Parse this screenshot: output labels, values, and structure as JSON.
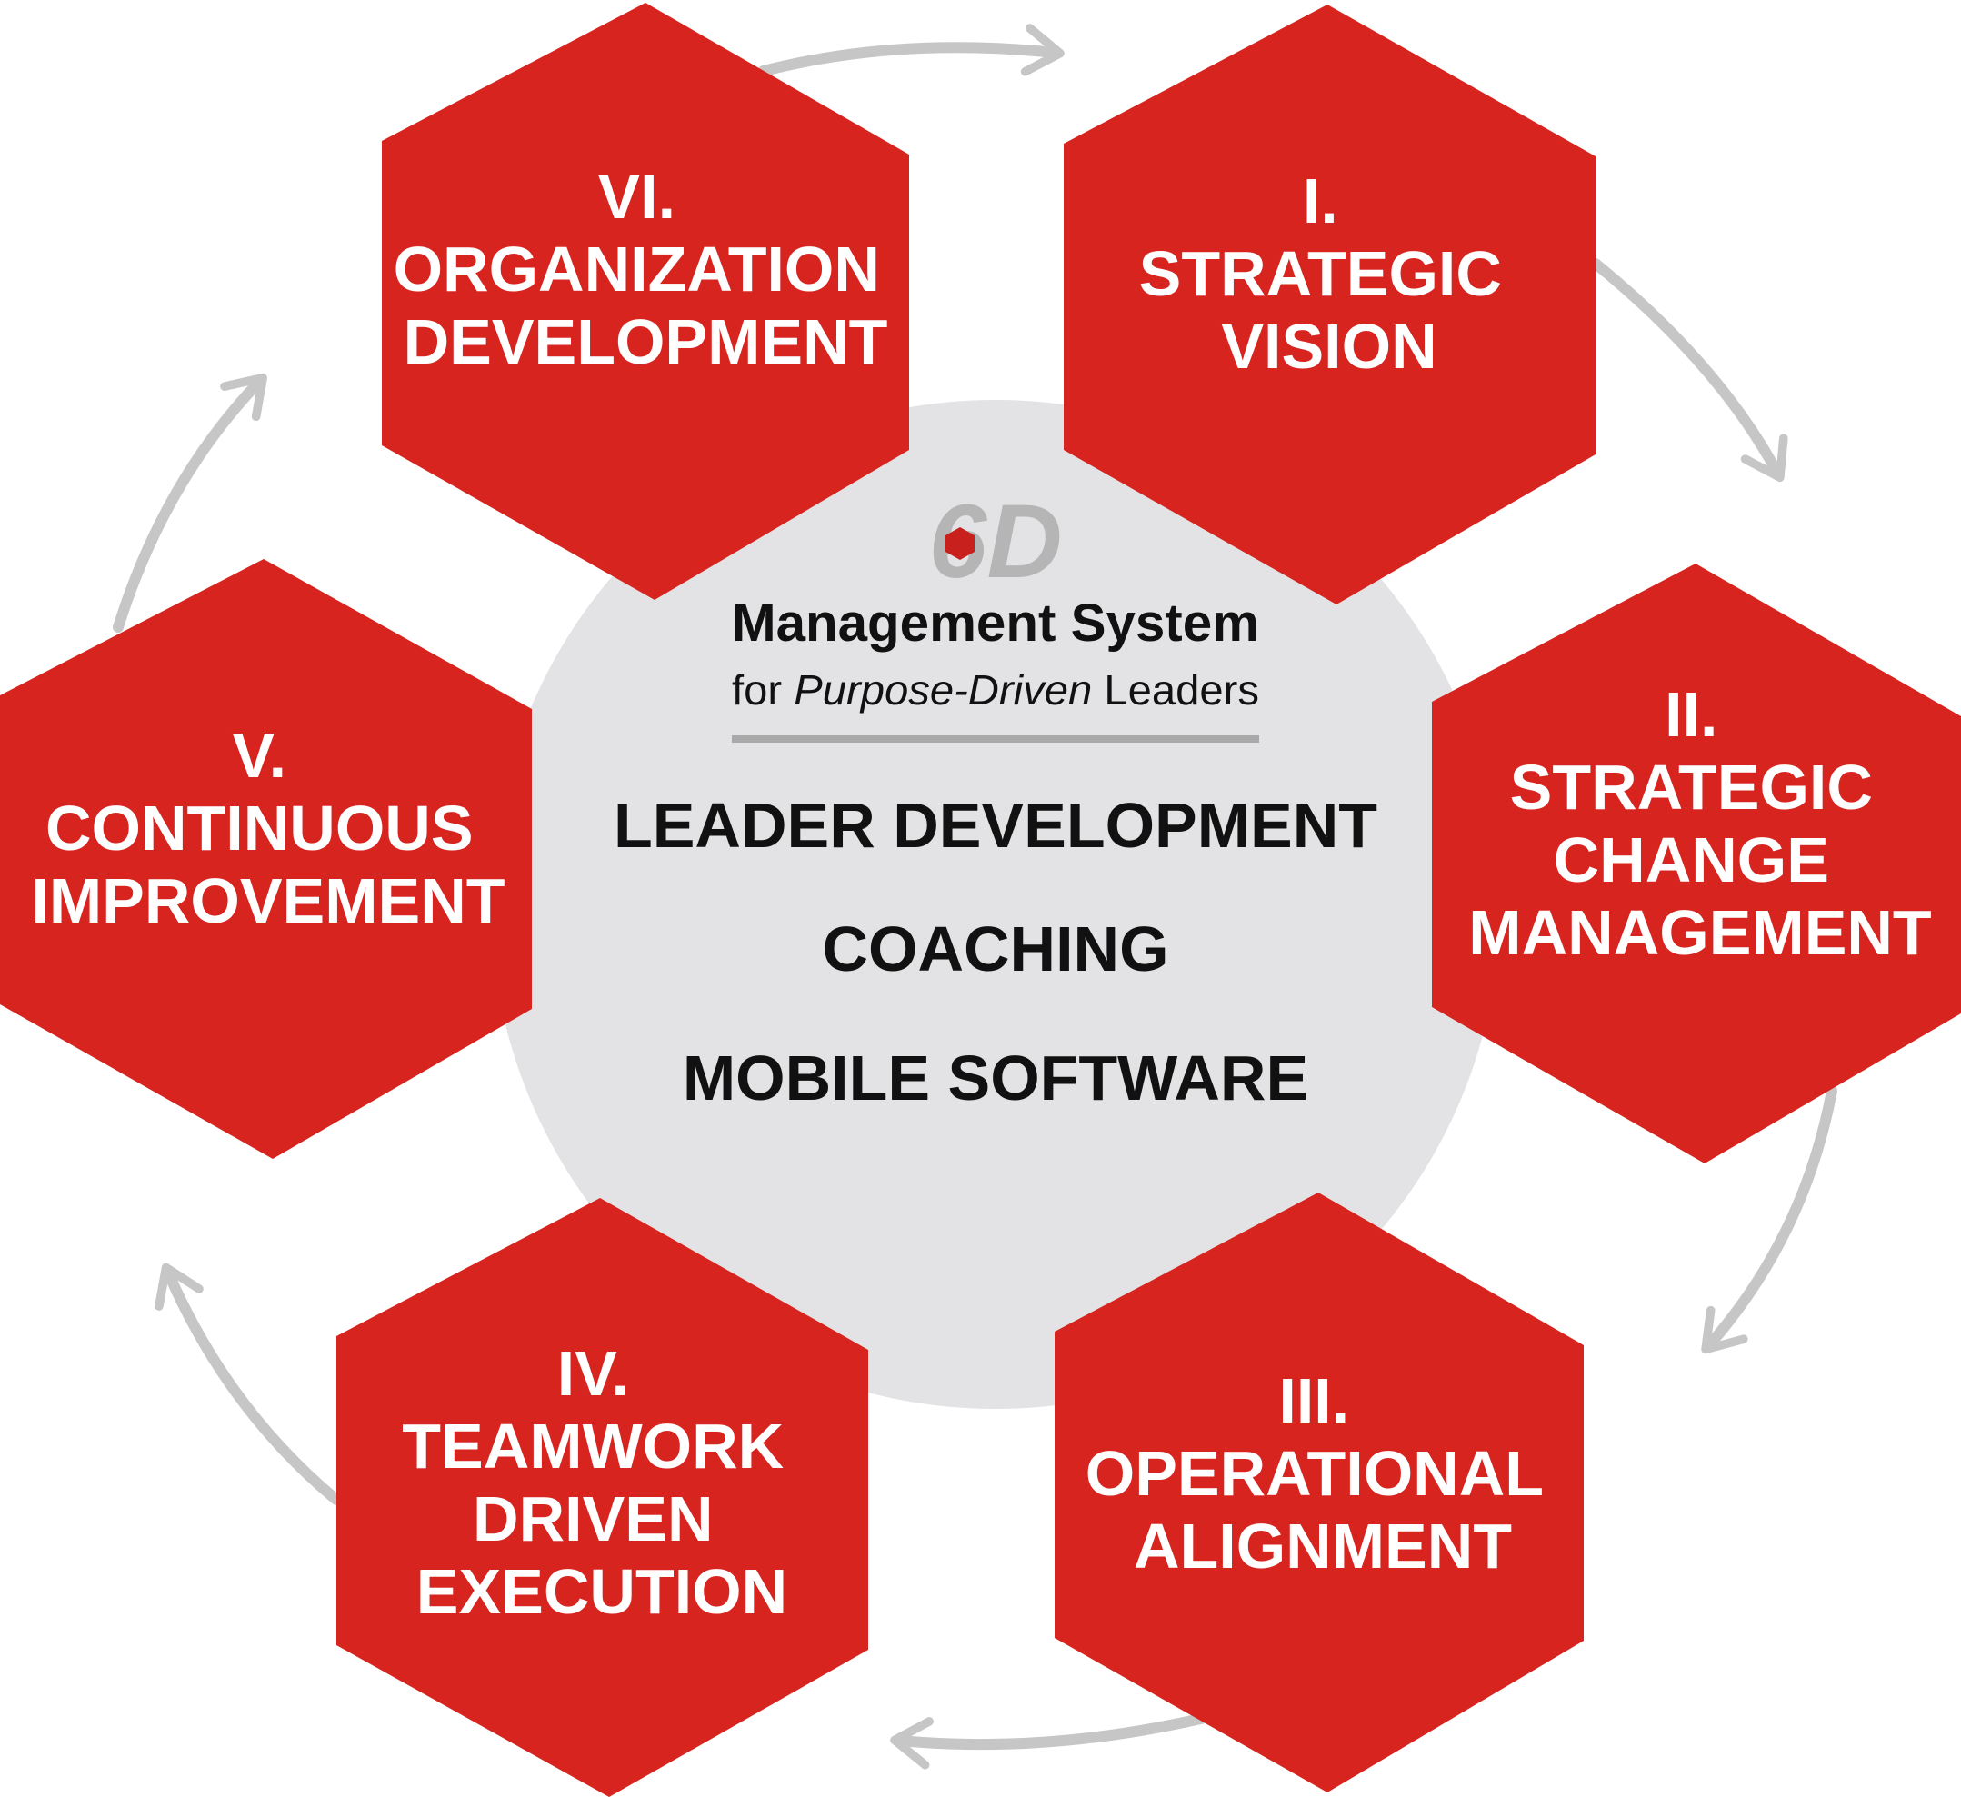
{
  "colors": {
    "hex_fill": "#d8241f",
    "hex_text": "#ffffff",
    "center_circle": "#e3e3e5",
    "arrow": "#c6c6c6",
    "dark_text": "#111111",
    "logo_gray": "#b5b5b5",
    "logo_red": "#c8201d",
    "divider": "#a9a9a9"
  },
  "center": {
    "logo_mark": "6D",
    "title": "Management System",
    "subtitle_for": "for",
    "subtitle_italic": "Purpose-Driven",
    "subtitle_end": "Leaders",
    "items": [
      "LEADER DEVELOPMENT",
      "COACHING",
      "MOBILE SOFTWARE"
    ]
  },
  "hexagons": [
    {
      "key": "vi",
      "icon": "hexagon",
      "lines": [
        "VI.",
        "ORGANIZATION",
        "DEVELOPMENT"
      ]
    },
    {
      "key": "i",
      "icon": "hexagon",
      "lines": [
        "I.",
        "STRATEGIC",
        "VISION"
      ]
    },
    {
      "key": "ii",
      "icon": "hexagon",
      "lines": [
        "II.",
        "STRATEGIC",
        "CHANGE",
        "MANAGEMENT"
      ]
    },
    {
      "key": "v",
      "icon": "hexagon",
      "lines": [
        "V.",
        "CONTINUOUS",
        "IMPROVEMENT"
      ]
    },
    {
      "key": "iv",
      "icon": "hexagon",
      "lines": [
        "IV.",
        "TEAMWORK",
        "DRIVEN",
        "EXECUTION"
      ]
    },
    {
      "key": "iii",
      "icon": "hexagon",
      "lines": [
        "III.",
        "OPERATIONAL",
        "ALIGNMENT"
      ]
    }
  ],
  "arrows": [
    {
      "icon": "curved-arrow-right"
    },
    {
      "icon": "curved-arrow-down-right"
    },
    {
      "icon": "curved-arrow-down"
    },
    {
      "icon": "curved-arrow-left"
    },
    {
      "icon": "curved-arrow-up-left"
    },
    {
      "icon": "curved-arrow-up"
    }
  ]
}
